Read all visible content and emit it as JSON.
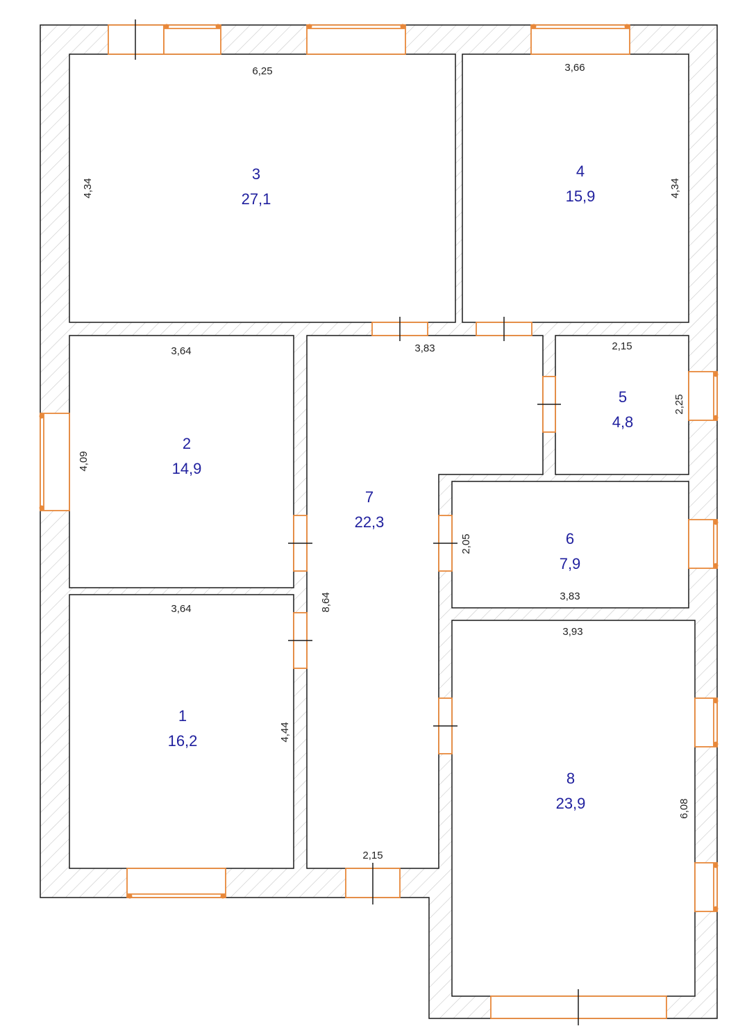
{
  "colors": {
    "wall_line": "#1a1a1a",
    "hatch": "#c8c8c8",
    "opening": "#e8883a",
    "room_label": "#1f1f9e",
    "dimension": "#222222"
  },
  "rooms": [
    {
      "number": "1",
      "area": "16,2"
    },
    {
      "number": "2",
      "area": "14,9"
    },
    {
      "number": "3",
      "area": "27,1"
    },
    {
      "number": "4",
      "area": "15,9"
    },
    {
      "number": "5",
      "area": "4,8"
    },
    {
      "number": "6",
      "area": "7,9"
    },
    {
      "number": "7",
      "area": "22,3"
    },
    {
      "number": "8",
      "area": "23,9"
    }
  ],
  "dimensions": {
    "r3_width": "6,25",
    "r3_height": "4,34",
    "r4_width": "3,66",
    "r4_height": "4,34",
    "r2_width": "3,64",
    "r2_height": "4,09",
    "r1_width": "3,64",
    "r1_height": "4,44",
    "r7_width_top": "3,83",
    "r7_length": "8,64",
    "r7_width_bottom": "2,15",
    "r5_width": "2,15",
    "r5_height": "2,25",
    "r6_height": "2,05",
    "r6_width": "3,83",
    "r8_width": "3,93",
    "r8_height": "6,08"
  }
}
